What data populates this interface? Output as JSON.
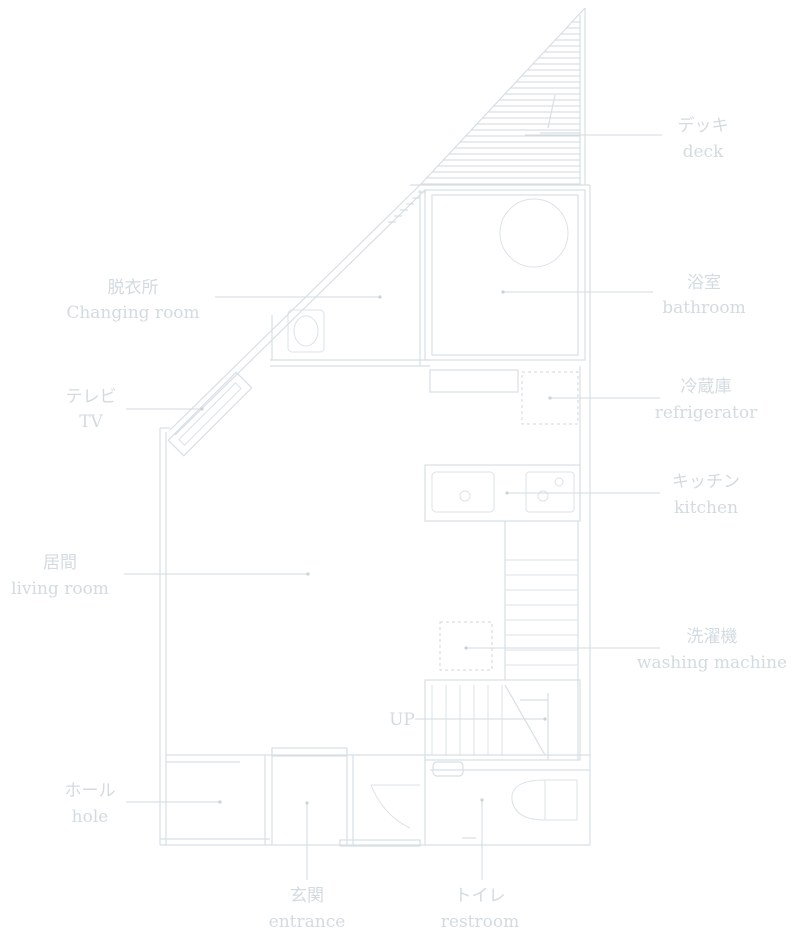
{
  "labels": {
    "deck": {
      "jp": "デッキ",
      "en": "deck"
    },
    "changing_room": {
      "jp": "脱衣所",
      "en": "Changing room"
    },
    "bathroom": {
      "jp": "浴室",
      "en": "bathroom"
    },
    "tv": {
      "jp": "テレビ",
      "en": "TV"
    },
    "refrigerator": {
      "jp": "冷蔵庫",
      "en": "refrigerator"
    },
    "kitchen": {
      "jp": "キッチン",
      "en": "kitchen"
    },
    "living_room": {
      "jp": "居間",
      "en": "living room"
    },
    "washing": {
      "jp": "洗濯機",
      "en": "washing machine"
    },
    "up": "UP",
    "hole": {
      "jp": "ホール",
      "en": "hole"
    },
    "entrance": {
      "jp": "玄関",
      "en": "entrance"
    },
    "restroom": {
      "jp": "トイレ",
      "en": "restroom"
    }
  },
  "colors": {
    "line": "#d7dfe6",
    "text": "#d3dbe1",
    "background": "#ffffff"
  }
}
